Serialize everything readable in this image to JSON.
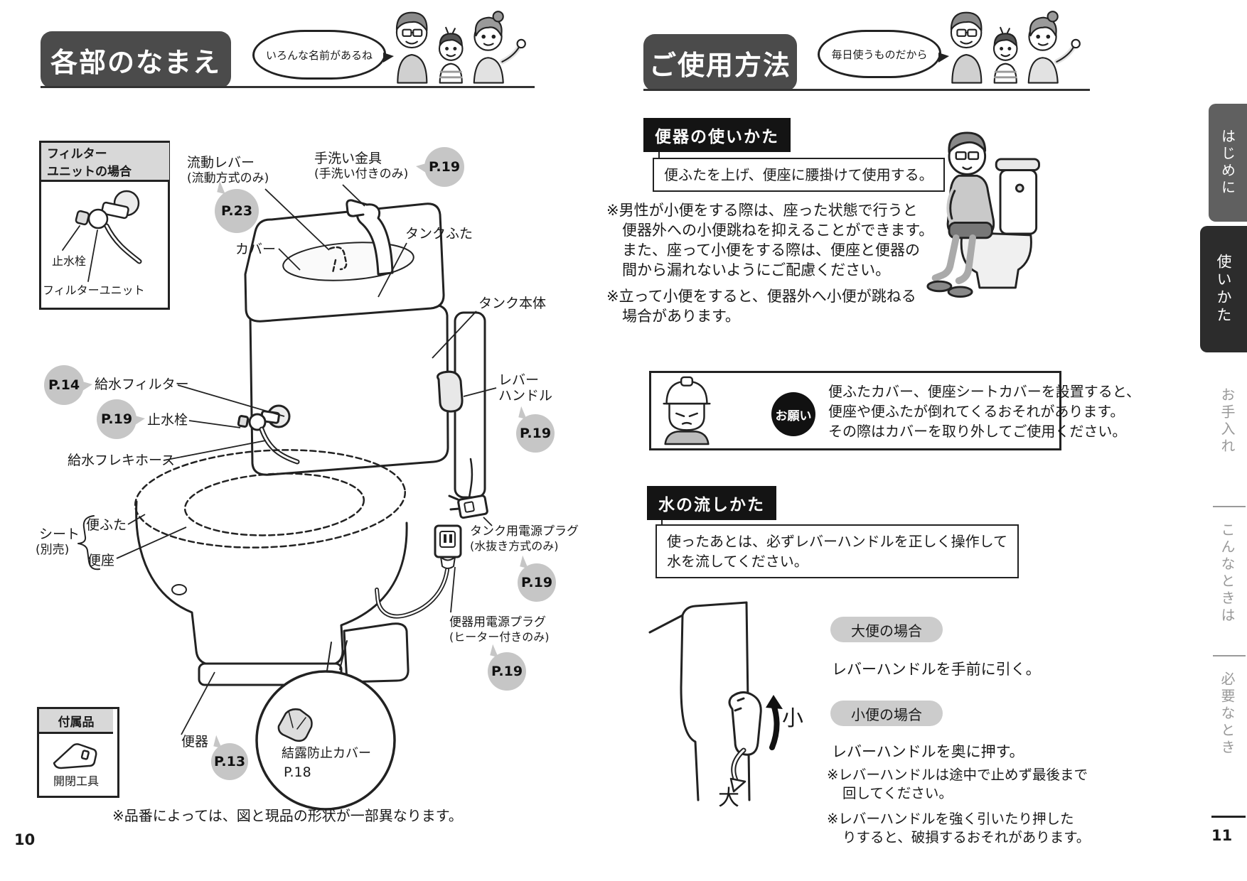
{
  "left": {
    "page_number": "10",
    "banner": "各部のなまえ",
    "bubble": "いろんな名前があるね",
    "filter": {
      "title": "フィルター\nユニットの場合",
      "stop_valve": "止水栓",
      "unit": "フィルターユニット"
    },
    "c": {
      "flow_lever": "流動レバー",
      "flow_lever_sub": "(流動方式のみ)",
      "flow_lever_page": "P.23",
      "handwash": "手洗い金具",
      "handwash_sub": "(手洗い付きのみ)",
      "handwash_page": "P.19",
      "tank_lid": "タンクふた",
      "cover": "カバー",
      "tank_body": "タンク本体",
      "lever1": "レバー",
      "lever2": "ハンドル",
      "lever_page": "P.19",
      "supply_filter_page": "P.14",
      "supply_filter": "給水フィルター",
      "stop_valve_page": "P.19",
      "stop_valve": "止水栓",
      "supply_hose": "給水フレキホース",
      "sheet1": "シート",
      "sheet2": "(別売)",
      "lid": "便ふた",
      "seat": "便座",
      "tank_plug": "タンク用電源プラグ",
      "tank_plug_sub": "(水抜き方式のみ)",
      "tank_plug_page": "P.19",
      "bowl_plug": "便器用電源プラグ",
      "bowl_plug_sub": "(ヒーター付きのみ)",
      "bowl_plug_page": "P.19",
      "bowl": "便器",
      "bowl_page": "P.13",
      "condensation": "結露防止カバー",
      "condensation_page": "P.18"
    },
    "accessory": {
      "title": "付属品",
      "tool": "開閉工具"
    },
    "footnote": "※品番によっては、図と現品の形状が一部異なります。"
  },
  "right": {
    "page_number": "11",
    "banner": "ご使用方法",
    "bubble": "毎日使うものだから",
    "s1": {
      "title": "便器の使いかた",
      "statement": "便ふたを上げ、便座に腰掛けて使用する。",
      "note1": "※男性が小便をする際は、座った状態で行うと\n便器外への小便跳ねを抑えることができます。\nまた、座って小便をする際は、便座と便器の\n間から漏れないようにご配慮ください。",
      "note2": "※立って小便をすると、便器外へ小便が跳ねる\n場合があります。"
    },
    "onegai": {
      "label": "お願い",
      "text": "便ふたカバー、便座シートカバーを設置すると、\n便座や便ふたが倒れてくるおそれがあります。\nその際はカバーを取り外してご使用ください。"
    },
    "s2": {
      "title": "水の流しかた",
      "statement": "使ったあとは、必ずレバーハンドルを正しく操作して\n水を流してください。",
      "big_pill": "大便の場合",
      "big_text": "レバーハンドルを手前に引く。",
      "small_pill": "小便の場合",
      "small_text": "レバーハンドルを奥に押す。",
      "small_note1": "※レバーハンドルは途中で止めず最後まで\n回してください。",
      "small_note2": "※レバーハンドルを強く引いたり押した\nりすると、破損するおそれがあります。",
      "small_mark": "小",
      "big_mark": "大"
    }
  },
  "sidebar": {
    "t1": "はじめに",
    "t2": "使いかた",
    "t3": "お手入れ",
    "t4": "こんなときは",
    "t5": "必要なとき"
  }
}
